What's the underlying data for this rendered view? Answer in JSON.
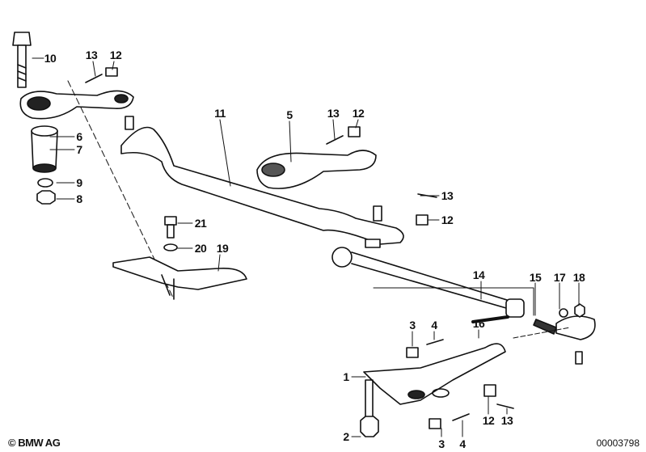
{
  "diagram": {
    "callouts": {
      "c10": "10",
      "c13a": "13",
      "c12a": "12",
      "c6": "6",
      "c7": "7",
      "c9": "9",
      "c8": "8",
      "c11": "11",
      "c5": "5",
      "c13b": "13",
      "c12b": "12",
      "c13c": "13",
      "c12c": "12",
      "c21": "21",
      "c20": "20",
      "c19": "19",
      "c14": "14",
      "c15": "15",
      "c17": "17",
      "c18": "18",
      "c16": "16",
      "c3a": "3",
      "c4a": "4",
      "c1": "1",
      "c2": "2",
      "c3b": "3",
      "c4b": "4",
      "c12d": "12",
      "c13d": "13"
    },
    "copyright": "© BMW AG",
    "document_number": "00003798"
  }
}
